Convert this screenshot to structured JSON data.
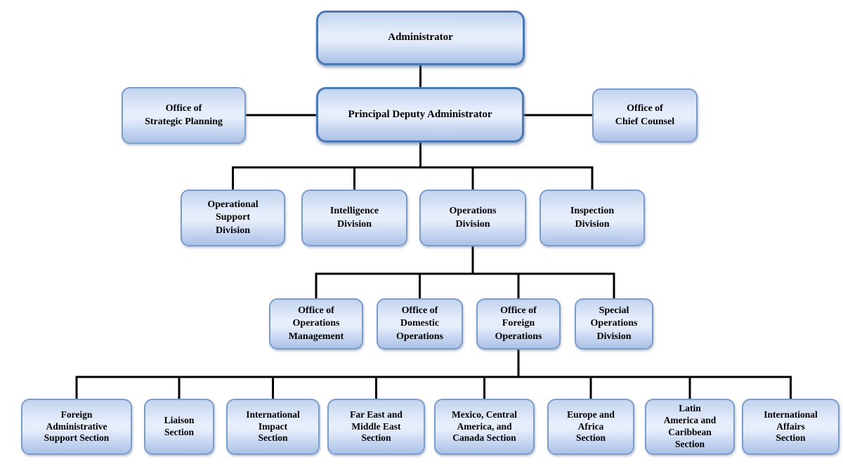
{
  "colors": {
    "background": "#ffffff",
    "box_fill_top": "#c2d4ef",
    "box_fill_mid": "#e7eefb",
    "box_fill_bottom": "#aac1e7",
    "box_border": "#7e9cc9",
    "box_border_strong": "#4a79b5",
    "connector": "#000000",
    "text": "#000000"
  },
  "nodes": {
    "administrator": "Administrator",
    "strategic_planning": "Office of\nStrategic Planning",
    "principal_deputy": "Principal Deputy Administrator",
    "chief_counsel": "Office of\nChief Counsel",
    "operational_support": "Operational\nSupport\nDivision",
    "intelligence": "Intelligence\nDivision",
    "operations": "Operations\nDivision",
    "inspection": "Inspection\nDivision",
    "operations_management": "Office of\nOperations\nManagement",
    "domestic_operations": "Office of\nDomestic\nOperations",
    "foreign_operations": "Office of\nForeign\nOperations",
    "special_operations": "Special\nOperations\nDivision",
    "foreign_admin_support": "Foreign\nAdministrative\nSupport Section",
    "liaison": "Liaison\nSection",
    "international_impact": "International\nImpact\nSection",
    "far_east_middle_east": "Far East and\nMiddle East\nSection",
    "mexico_central_america": "Mexico, Central\nAmerica, and\nCanada Section",
    "europe_africa": "Europe and\nAfrica\nSection",
    "latin_america_caribbean": "Latin\nAmerica and\nCaribbean\nSection",
    "international_affairs": "International\nAffairs\nSection"
  },
  "hierarchy": {
    "root": "administrator",
    "children": {
      "administrator": [
        "principal_deputy"
      ],
      "principal_deputy": [
        "operational_support",
        "intelligence",
        "operations",
        "inspection"
      ],
      "operations": [
        "operations_management",
        "domestic_operations",
        "foreign_operations",
        "special_operations"
      ],
      "foreign_operations": [
        "foreign_admin_support",
        "liaison",
        "international_impact",
        "far_east_middle_east",
        "mexico_central_america",
        "europe_africa",
        "latin_america_caribbean",
        "international_affairs"
      ]
    },
    "lateral_offices_of": {
      "principal_deputy": [
        "strategic_planning",
        "chief_counsel"
      ]
    }
  }
}
